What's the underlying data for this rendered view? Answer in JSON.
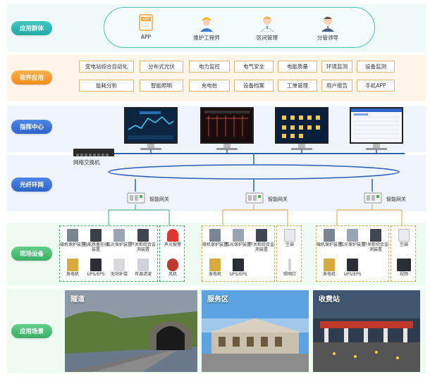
{
  "rows": {
    "users": "应用群体",
    "software": "软件应用",
    "command": "指挥中心",
    "fiber": "光纤环网",
    "field": "现场设备",
    "scenes": "应用场景"
  },
  "users": [
    {
      "label": "APP",
      "icon": "app-icon"
    },
    {
      "label": "维护工程师",
      "icon": "engineer-avatar-icon"
    },
    {
      "label": "区间管理",
      "icon": "manager-avatar-icon"
    },
    {
      "label": "分管领导",
      "icon": "leader-avatar-icon"
    }
  ],
  "software_row1": [
    "变电站综合自动化",
    "分布式光伏",
    "电力监控",
    "电气安全",
    "电能质量",
    "环境监测",
    "设备监测"
  ],
  "software_row2": [
    "能耗分析",
    "智能照明",
    "充电桩",
    "设备档案",
    "工单管理",
    "用户报告",
    "手机APP"
  ],
  "switch_label": "网络交换机",
  "gateway_label": "智能网关",
  "field_groups": {
    "g1": [
      "微机保护装置",
      "电能质量在线装置",
      "弧光保护装置",
      "开关柜综合监测装置",
      "发电机",
      "UPS/EPS",
      "无功补偿",
      "有源滤波"
    ],
    "g1b": [
      "声光报警",
      "风机"
    ],
    "g2": [
      "微机保护装置",
      "弧光保护装置",
      "开关柜综合监测装置",
      "发电机",
      "UPS/EPS"
    ],
    "g2b": [
      "空调",
      "照明灯"
    ],
    "g3": [
      "微机保护装置",
      "弧光保护装置",
      "开关柜综合监测装置",
      "发电机",
      "UPS/EPS"
    ],
    "g3b": [
      "空调",
      "视频"
    ]
  },
  "scenes": [
    "隧道",
    "服务区",
    "收费站"
  ],
  "colors": {
    "teal": "#23a9a3",
    "orange": "#f08c1a",
    "blue": "#2e63c9",
    "green": "#3aae64",
    "network_line": "#2a5fb5"
  }
}
